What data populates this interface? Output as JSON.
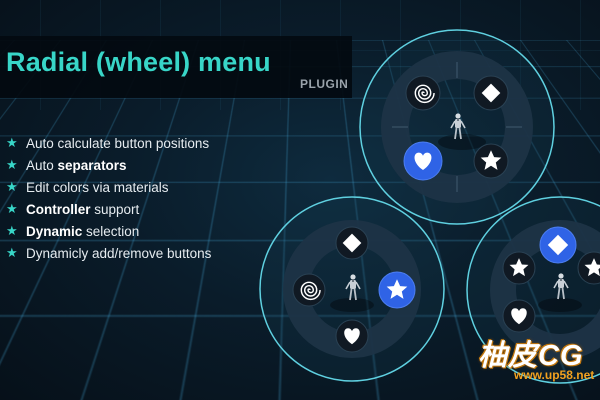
{
  "header": {
    "title": "Radial (wheel) menu",
    "tag": "PLUGIN"
  },
  "features": [
    {
      "pre": "Auto calculate button positions",
      "strong": "",
      "post": ""
    },
    {
      "pre": "Auto ",
      "strong": "separators",
      "post": ""
    },
    {
      "pre": "Edit colors via materials",
      "strong": "",
      "post": ""
    },
    {
      "pre": "",
      "strong": "Controller",
      "post": " support"
    },
    {
      "pre": "",
      "strong": "Dynamic",
      "post": " selection"
    },
    {
      "pre": "Dynamicly add/remove buttons",
      "strong": "",
      "post": ""
    }
  ],
  "bullet_icon": "star-icon",
  "colors": {
    "accent": "#38d6c8",
    "ring": "#5fd0e0",
    "selected": "#2f63e6",
    "button": "#101923"
  },
  "wheels": [
    {
      "name": "wheel-top-right",
      "buttons": [
        "spiral-icon",
        "diamond-icon",
        "heart-icon",
        "star-icon"
      ],
      "selected": "heart-icon"
    },
    {
      "name": "wheel-bottom-left",
      "buttons": [
        "diamond-icon",
        "spiral-icon",
        "star-icon",
        "heart-icon"
      ],
      "selected": "star-icon"
    },
    {
      "name": "wheel-bottom-right",
      "buttons": [
        "diamond-icon",
        "star-icon",
        "star-icon",
        "heart-icon"
      ],
      "selected": "diamond-icon"
    }
  ],
  "watermark": {
    "logo": "柚皮CG",
    "url": "www.up58.net"
  }
}
